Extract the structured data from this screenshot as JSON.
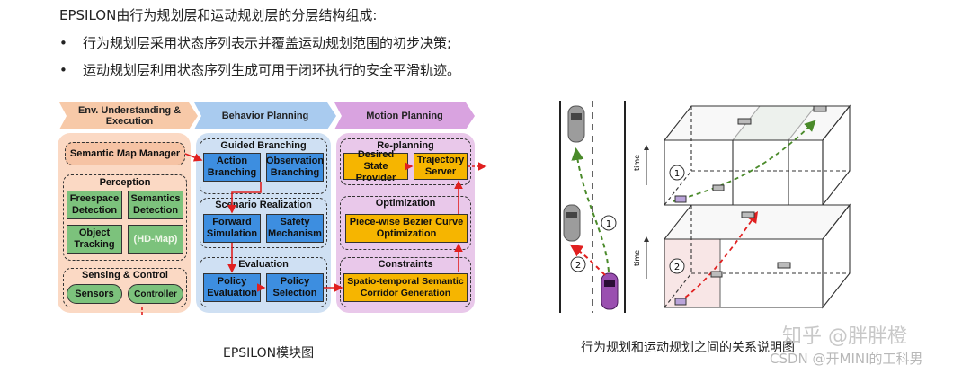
{
  "intro": "EPSILON由行为规划层和运动规划层的分层结构组成:",
  "bullets": [
    "行为规划层采用状态序列表示并覆盖运动规划范围的初步决策;",
    "运动规划层利用状态序列生成可用于闭环执行的安全平滑轨迹。"
  ],
  "bullet_mark": "•",
  "left_figure": {
    "headers": [
      "Env. Understanding & Execution",
      "Behavior Planning",
      "Motion Planning"
    ],
    "env": {
      "semantic_map_manager": "Semantic Map Manager",
      "perception": "Perception",
      "freespace": "Freespace Detection",
      "semantics": "Semantics Detection",
      "object_tracking": "Object Tracking",
      "hd_map": "(HD-Map)",
      "sensing_control": "Sensing & Control",
      "sensors": "Sensors",
      "controller": "Controller"
    },
    "behavior": {
      "guided_branching": "Guided Branching",
      "action_branching": "Action Branching",
      "observation_branching": "Observation Branching",
      "scenario_realization": "Scenario Realization",
      "forward_simulation": "Forward Simulation",
      "safety_mechanism": "Safety Mechanism",
      "evaluation": "Evaluation",
      "policy_evaluation": "Policy Evaluation",
      "policy_selection": "Policy Selection"
    },
    "motion": {
      "replanning": "Re-planning",
      "desired_state_provider": "Desired State Provider",
      "trajectory_server": "Trajectory Server",
      "optimization": "Optimization",
      "bezier": "Piece-wise Bezier Curve Optimization",
      "constraints": "Constraints",
      "corridor": "Spatio-temporal Semantic Corridor Generation"
    },
    "caption": "EPSILON模块图"
  },
  "right_figure": {
    "labels": [
      "1",
      "2"
    ],
    "time_label": "time",
    "caption": "行为规划和运动规划之间的关系说明图",
    "watermark_zhihu": "知乎 @胖胖橙",
    "watermark_csdn": "CSDN @开MINI的工科男"
  },
  "colors": {
    "env_panel": "#fbd9c4",
    "behavior_panel": "#cfe0f3",
    "motion_panel": "#e9c8ea",
    "box_green": "#7cc27c",
    "box_blue": "#3d8ee0",
    "box_gold": "#f6b500",
    "arrow_red": "#e02020"
  }
}
